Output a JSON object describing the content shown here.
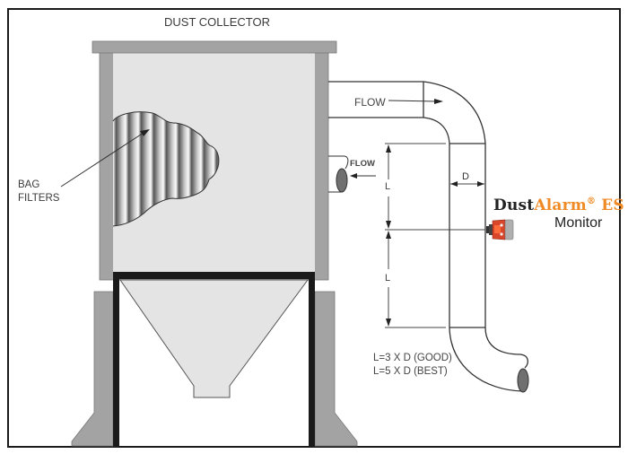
{
  "diagram": {
    "title": "DUST COLLECTOR",
    "labels": {
      "bag_filters_line1": "BAG",
      "bag_filters_line2": "FILTERS",
      "flow_main": "FLOW",
      "flow_inlet": "FLOW",
      "dimension_d": "D",
      "dimension_l_upper": "L",
      "dimension_l_lower": "L",
      "rule_good": "L=3 X D (GOOD)",
      "rule_best": "L=5 X D (BEST)"
    },
    "product": {
      "brand_part1": "Dust",
      "brand_part2": "Alarm",
      "registered_mark": "®",
      "brand_part3": " ES",
      "subtitle": "Monitor"
    },
    "colors": {
      "brand_orange": "#f08a24",
      "sensor_red": "#d9462a",
      "structure_gray": "#a3a3a3",
      "body_fill": "#e4e4e4",
      "frame_black": "#1a1a1a"
    }
  }
}
